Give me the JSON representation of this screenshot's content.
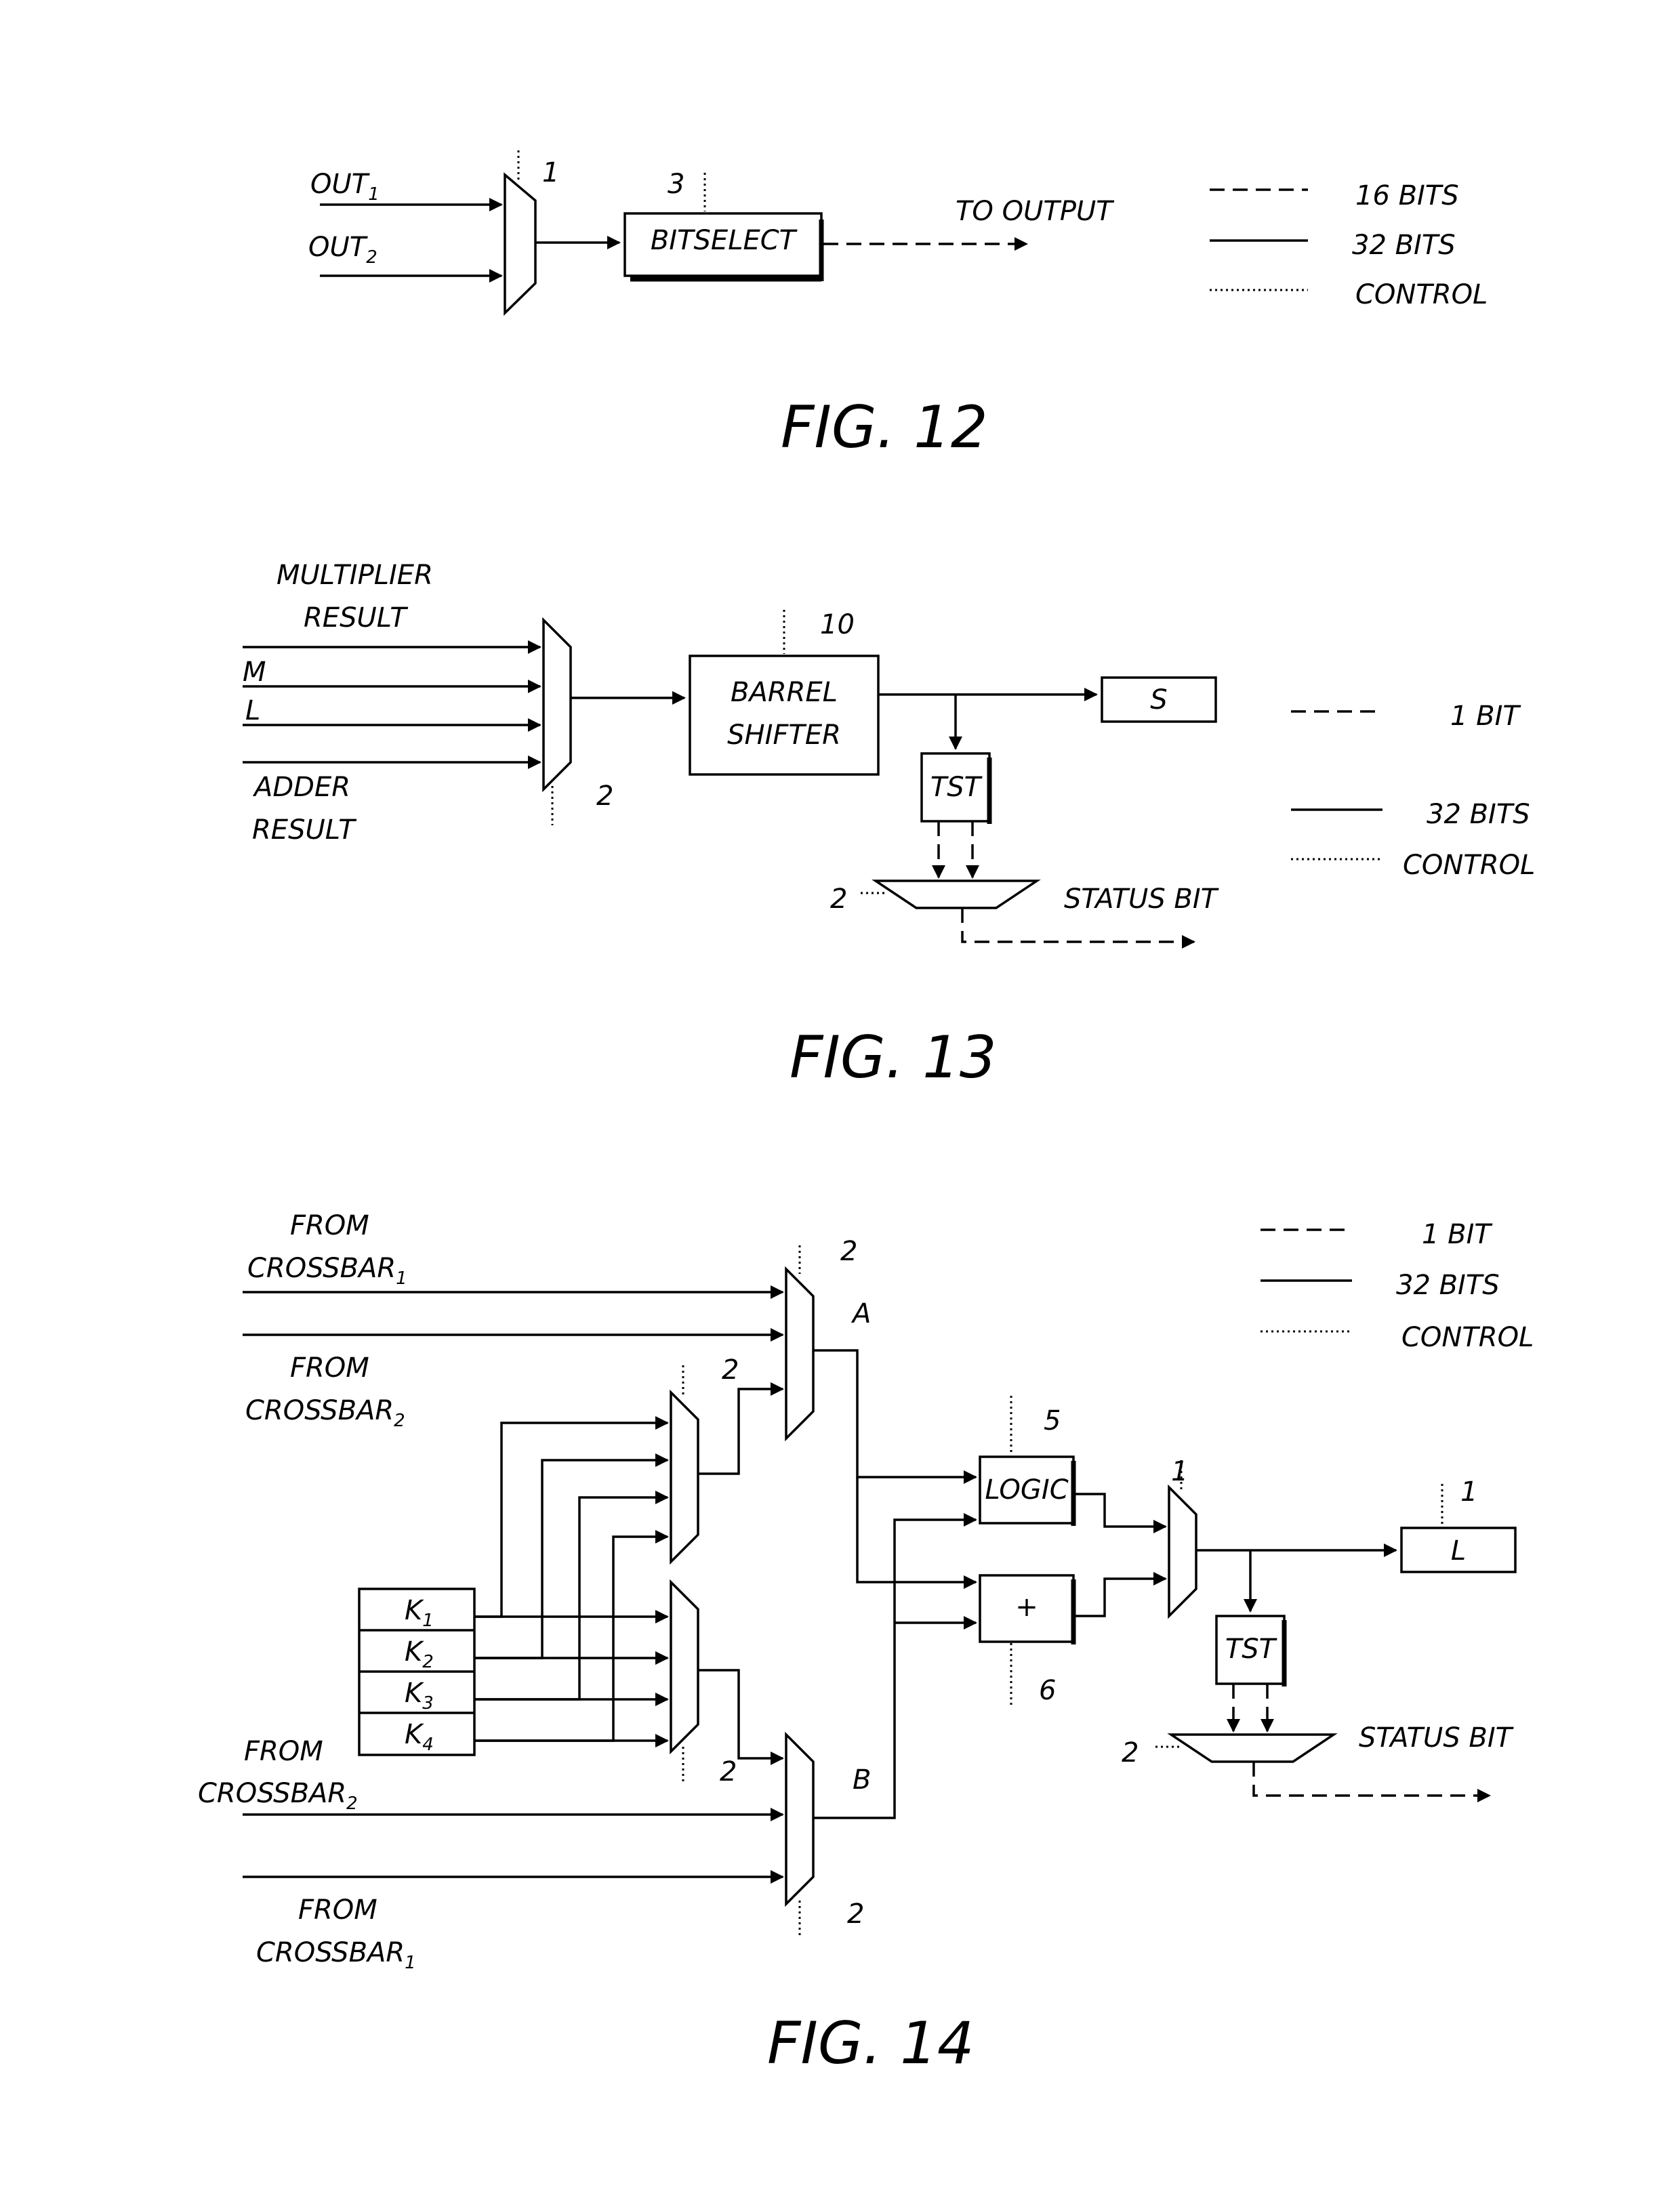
{
  "fig12": {
    "title": "FIG. 12",
    "inputs": [
      "OUT1",
      "OUT2"
    ],
    "in1": {
      "base": "OUT",
      "sub": "1"
    },
    "in2": {
      "base": "OUT",
      "sub": "2"
    },
    "mux_ref": "1",
    "block_ref": "3",
    "block_label": "BITSELECT",
    "output_label": "TO OUTPUT",
    "legend": {
      "dashed": "16 BITS",
      "solid": "32 BITS",
      "dotted": "CONTROL"
    }
  },
  "fig13": {
    "title": "FIG. 13",
    "inputs": {
      "line1": "MULTIPLIER",
      "line2": "RESULT",
      "m": "M",
      "l": "L",
      "line3": "ADDER",
      "line4": "RESULT"
    },
    "mux_ref": "2",
    "shifter_ref": "10",
    "shifter_line1": "BARREL",
    "shifter_line2": "SHIFTER",
    "out_reg": "S",
    "tst_label": "TST",
    "status_mux_ref": "2",
    "status_label": "STATUS BIT",
    "legend": {
      "dashed": "1 BIT",
      "solid": "32 BITS",
      "dotted": "CONTROL"
    }
  },
  "fig14": {
    "title": "FIG. 14",
    "from_label": "FROM",
    "sources": [
      {
        "base": "CROSSBAR",
        "sub": "1"
      },
      {
        "base": "CROSSBAR",
        "sub": "2"
      },
      {
        "base": "CROSSBAR",
        "sub": "2"
      },
      {
        "base": "CROSSBAR",
        "sub": "1"
      }
    ],
    "constants": [
      {
        "base": "K",
        "sub": "1"
      },
      {
        "base": "K",
        "sub": "2"
      },
      {
        "base": "K",
        "sub": "3"
      },
      {
        "base": "K",
        "sub": "4"
      }
    ],
    "mux_a_label": "A",
    "mux_b_label": "B",
    "mux_refs": {
      "a": "2",
      "k_upper": "2",
      "k_lower": "2",
      "b": "2",
      "out": "1",
      "status": "2"
    },
    "logic_label": "LOGIC",
    "logic_ref": "5",
    "adder_label": "+",
    "adder_ref": "6",
    "out_reg": "L",
    "out_reg_ref": "1",
    "tst_label": "TST",
    "status_label": "STATUS BIT",
    "legend": {
      "dashed": "1 BIT",
      "solid": "32 BITS",
      "dotted": "CONTROL"
    }
  }
}
